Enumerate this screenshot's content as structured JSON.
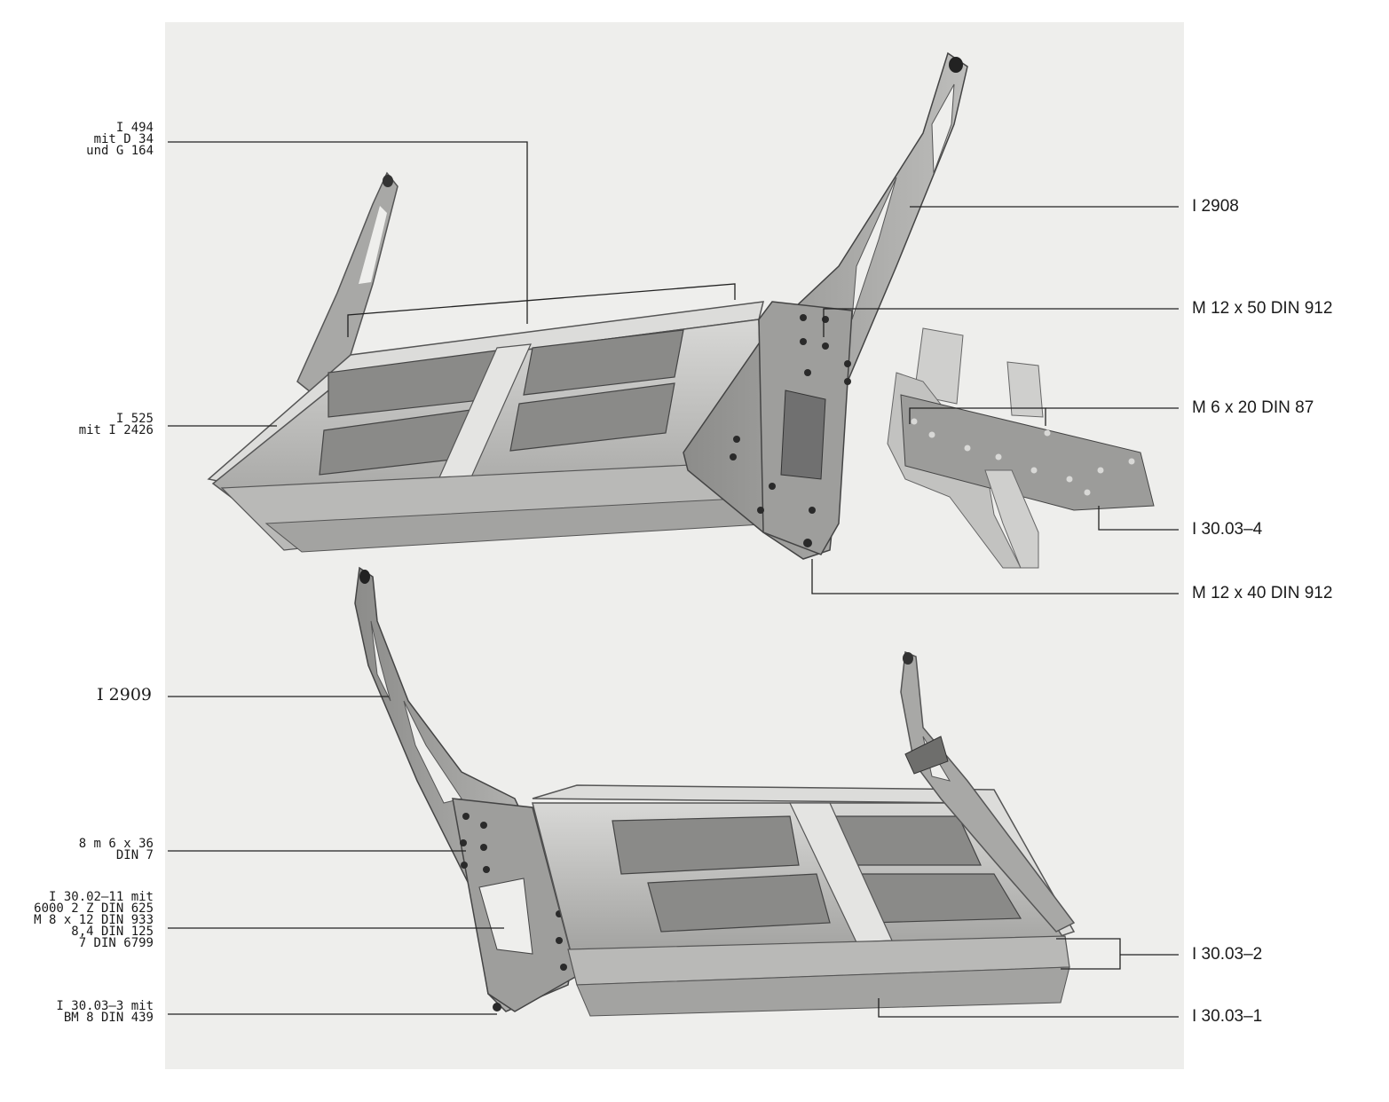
{
  "labels_left": {
    "i494_group": [
      "I 494",
      "mit D 34",
      "und G 164"
    ],
    "i525_group": [
      "I 525",
      "mit I 2426"
    ],
    "i2909": "I 2909",
    "din7_group": [
      "8 m 6 x 36",
      "DIN 7"
    ],
    "i3002_group": [
      "I 30.02–11 mit",
      "6000 2 Z DIN 625",
      "M 8 x 12 DIN 933",
      "8,4 DIN 125",
      "7 DIN 6799"
    ],
    "i3003_3_group": [
      "I 30.03–3 mit",
      "BM 8 DIN 439"
    ]
  },
  "labels_right": {
    "i2908": "I 2908",
    "m12x50": "M 12 x 50 DIN 912",
    "m6x20": "M 6 x 20 DIN 87",
    "i3003_4": "I 30.03–4",
    "m12x40": "M 12 x 40 DIN 912",
    "i3003_2": "I 30.03–2",
    "i3003_1": "I 30.03–1"
  }
}
